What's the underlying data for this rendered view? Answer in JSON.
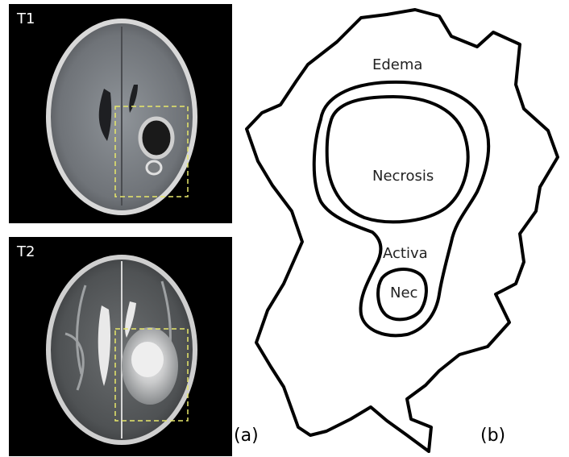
{
  "panels": {
    "t1": {
      "label": "T1"
    },
    "t2": {
      "label": "T2"
    }
  },
  "subfigure_labels": {
    "a": "(a)",
    "b": "(b)"
  },
  "regions": {
    "edema": "Edema",
    "necrosis": "Necrosis",
    "active": "Activa",
    "nec": "Nec"
  },
  "colors": {
    "roi_box": "#e8e86a",
    "background": "#000000",
    "outline": "#000000"
  }
}
